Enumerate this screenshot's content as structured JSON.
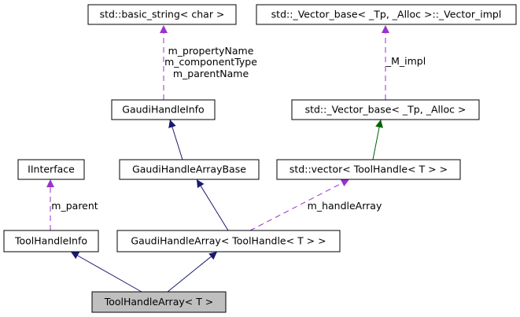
{
  "colors": {
    "inheritance_public": "#191970",
    "inheritance_template": "#006400",
    "usage": "#9a32cd",
    "focus_fill": "#bfbfbf"
  },
  "nodes": {
    "basic_string": "std::basic_string< char >",
    "vector_impl": "std::_Vector_base< _Tp, _Alloc >::_Vector_impl",
    "gaudi_handle_info": "GaudiHandleInfo",
    "vector_base": "std::_Vector_base< _Tp, _Alloc >",
    "iinterface": "IInterface",
    "gaudi_handle_array_base": "GaudiHandleArrayBase",
    "std_vector": "std::vector< ToolHandle< T > >",
    "tool_handle_info": "ToolHandleInfo",
    "gaudi_handle_array": "GaudiHandleArray< ToolHandle< T > >",
    "tool_handle_array": "ToolHandleArray< T >"
  },
  "edge_labels": {
    "string_members": [
      "m_propertyName",
      "m_componentType",
      "m_parentName"
    ],
    "m_impl": "_M_impl",
    "m_parent": "m_parent",
    "m_handle_array": "m_handleArray"
  }
}
